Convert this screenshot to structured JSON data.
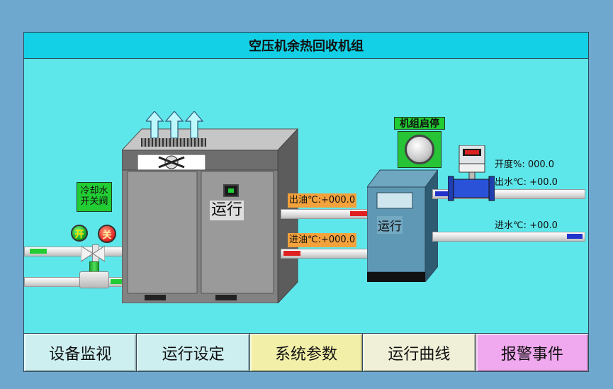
{
  "title": "空压机余热回收机组",
  "compressor": {
    "status": "运行"
  },
  "valve": {
    "label_line1": "冷却水",
    "label_line2": "开关阀",
    "open_label": "开",
    "close_label": "关"
  },
  "unit": {
    "start_stop_label": "机组启停",
    "status": "运行"
  },
  "readings": {
    "oil_out": "出油℃:+000.0",
    "oil_in": "进油℃:+000.0",
    "opening": "开度%: 000.0",
    "water_out": "出水℃: +00.0",
    "water_in": "进水℃: +00.0"
  },
  "nav": {
    "device_monitor": "设备监视",
    "run_settings": "运行设定",
    "system_params": "系统参数",
    "run_curve": "运行曲线",
    "alarm_events": "报警事件"
  },
  "colors": {
    "nav_1": "#cdeff0",
    "nav_2": "#cdeff0",
    "nav_3": "#f2f0a8",
    "nav_4": "#f0f0d8",
    "nav_5": "#f0a8ef",
    "alarm_red": "#e02020",
    "flow_blue": "#2233cc",
    "ok_green": "#22cc33"
  }
}
